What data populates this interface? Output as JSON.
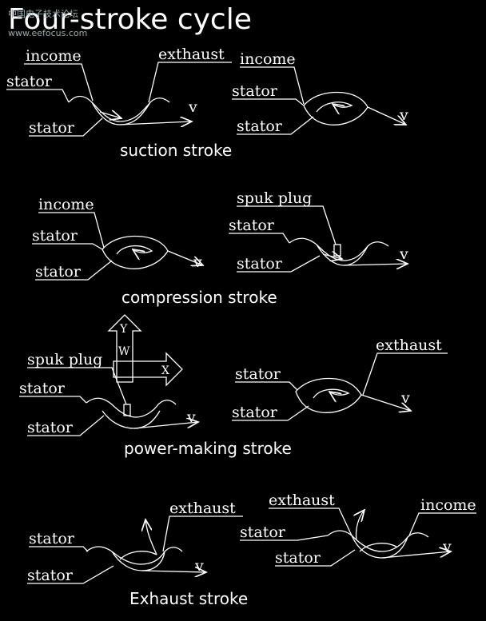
{
  "title": "Four-stroke cycle",
  "watermark": {
    "line1": "中国电子技术论坛",
    "line2": "www.eefocus.com"
  },
  "axis_letters": {
    "up": "Y",
    "inner": "W",
    "right": "X"
  },
  "velocity_label": "v",
  "captions": {
    "suction": "suction stroke",
    "compression": "compression stroke",
    "power": "power-making stroke",
    "exhaust": "Exhaust stroke"
  },
  "labels": {
    "income": "income",
    "exthaust": "exthaust",
    "stator": "stator",
    "spuk_plug": "spuk plug"
  },
  "colors": {
    "background": "#000000",
    "foreground": "#ffffff"
  }
}
